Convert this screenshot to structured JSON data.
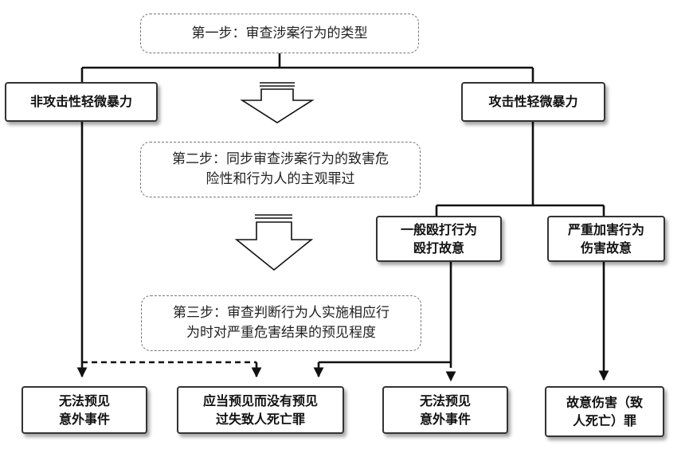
{
  "steps": {
    "step1": "第一步：审查涉案行为的类型",
    "step2": [
      "第二步：同步审查涉案行为的致害危",
      "险性和行为人的主观罪过"
    ],
    "step3": [
      "第三步：审查判断行为人实施相应行",
      "为时对严重危害结果的预见程度"
    ]
  },
  "categories": {
    "non_aggressive": "非攻击性轻微暴力",
    "aggressive": "攻击性轻微暴力"
  },
  "subcategories": {
    "general_assault": [
      "一般殴打行为",
      "殴打故意"
    ],
    "serious_harm": [
      "严重加害行为",
      "伤害故意"
    ]
  },
  "outcomes": {
    "accident_left": [
      "无法预见",
      "意外事件"
    ],
    "negligent_homicide": [
      "应当预见而没有预见",
      "过失致人死亡罪"
    ],
    "accident_right": [
      "无法预见",
      "意外事件"
    ],
    "intentional_injury": [
      "故意伤害（致",
      "人死亡）罪"
    ]
  }
}
